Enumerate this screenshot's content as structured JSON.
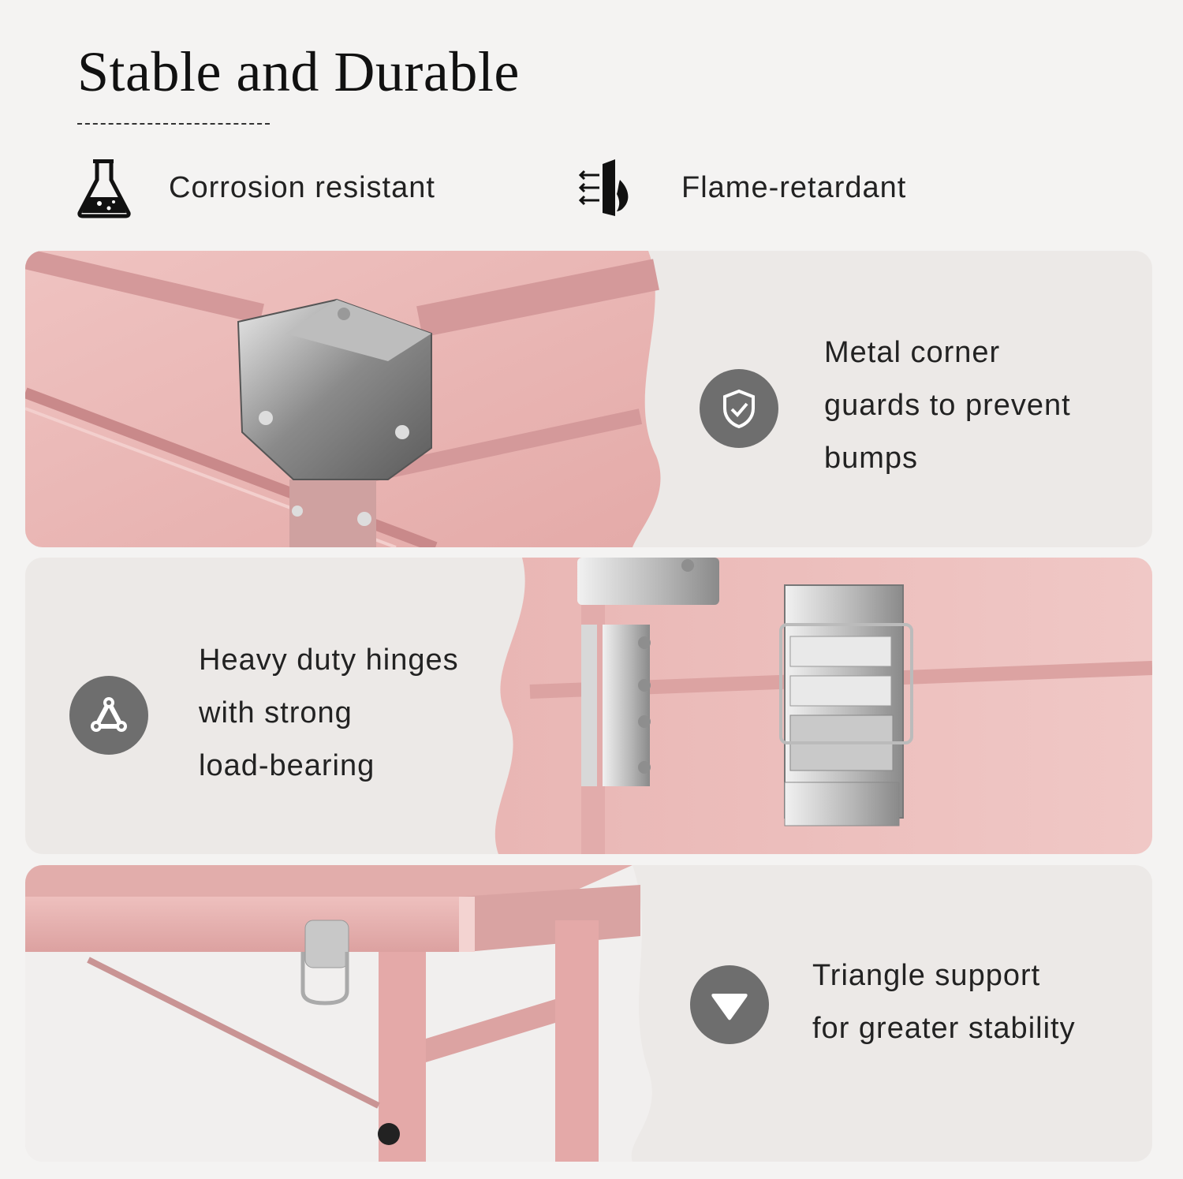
{
  "header": {
    "title": "Stable and Durable"
  },
  "features": [
    {
      "icon": "flask-icon",
      "label": "Corrosion resistant"
    },
    {
      "icon": "flame-shield-icon",
      "label": "Flame-retardant"
    }
  ],
  "panels": [
    {
      "icon": "shield-check-icon",
      "lines": [
        "Metal corner",
        "guards to prevent",
        "bumps"
      ]
    },
    {
      "icon": "hinge-link-icon",
      "lines": [
        "Heavy duty hinges",
        "with strong",
        "load-bearing"
      ]
    },
    {
      "icon": "triangle-down-icon",
      "lines": [
        "Triangle support",
        "for greater stability"
      ]
    }
  ],
  "colors": {
    "background": "#f4f3f2",
    "panel": "#ece9e7",
    "pink": "#e9b8b6",
    "badge": "#6e6e6e"
  }
}
